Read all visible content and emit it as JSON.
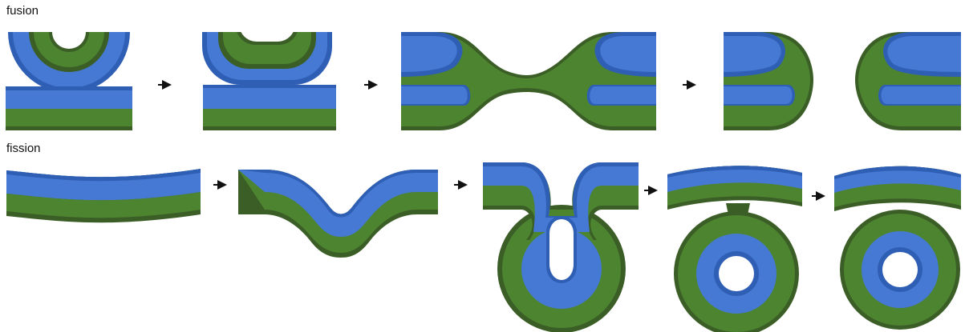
{
  "labels": {
    "fusion": "fusion",
    "fission": "fission"
  },
  "colors": {
    "dark_green": "#3b5e27",
    "green": "#4c8430",
    "dark_blue": "#2f5fb5",
    "blue": "#4679d4",
    "arrow": "#111111",
    "background": "#ffffff"
  },
  "rows": [
    {
      "name": "fusion",
      "stages": 4,
      "arrows": 3
    },
    {
      "name": "fission",
      "stages": 5,
      "arrows": 4
    }
  ]
}
